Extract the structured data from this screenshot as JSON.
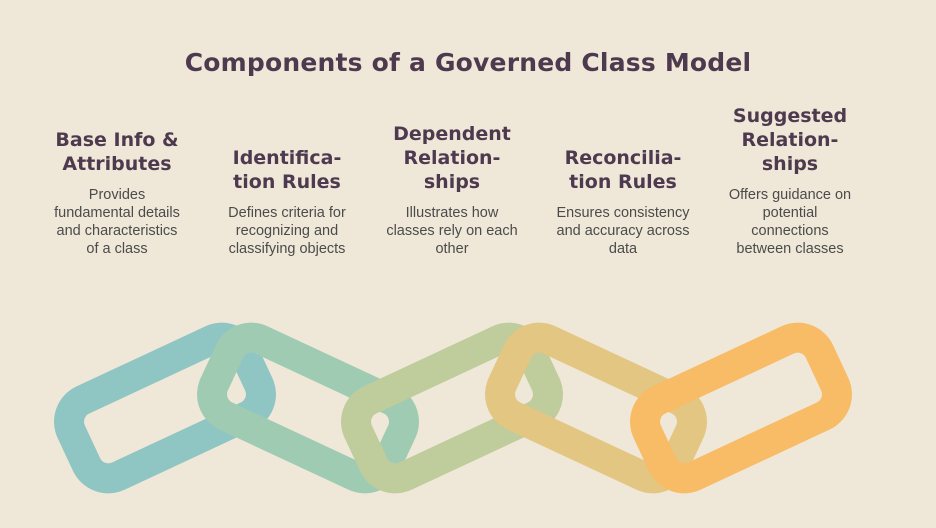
{
  "title": "Components of a Governed Class Model",
  "components": [
    {
      "heading": "Base Info &\nAttributes",
      "description": "Provides\nfundamental details\nand characteristics\nof a class",
      "color": "#8fc5c2"
    },
    {
      "heading": "Identifica-\ntion Rules",
      "description": "Defines criteria for\nrecognizing and\nclassifying objects",
      "color": "#a0cbb3"
    },
    {
      "heading": "Dependent\nRelation-\nships",
      "description": "Illustrates how\nclasses rely on each\nother",
      "color": "#bfcc9b"
    },
    {
      "heading": "Reconcilia-\ntion Rules",
      "description": "Ensures consistency\nand accuracy across\ndata",
      "color": "#e3c681"
    },
    {
      "heading": "Suggested\nRelation-\nships",
      "description": "Offers guidance on\npotential\nconnections\nbetween classes",
      "color": "#f8bb66"
    }
  ]
}
